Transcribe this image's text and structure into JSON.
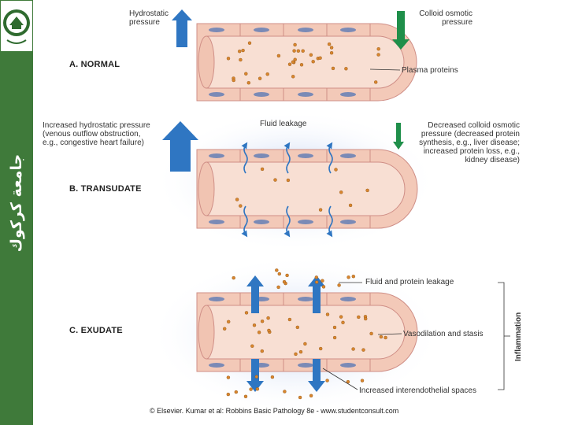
{
  "sidebar": {
    "vertical_text": "جامعة كركوك"
  },
  "labels": {
    "hydrostatic": "Hydrostatic\npressure",
    "colloid": "Colloid osmotic\npressure",
    "plasma_proteins": "Plasma proteins",
    "increased_hydro": "Increased hydrostatic pressure\n(venous outflow obstruction,\ne.g., congestive heart failure)",
    "fluid_leakage": "Fluid leakage",
    "decreased_colloid": "Decreased colloid osmotic\npressure (decreased protein\nsynthesis, e.g., liver disease;\nincreased protein loss, e.g.,\nkidney disease)",
    "fluid_protein_leakage": "Fluid and protein leakage",
    "vasodilation": "Vasodilation and stasis",
    "interendothelial": "Increased interendothelial spaces",
    "inflammation": "Inflammation"
  },
  "sections": {
    "a": "A. NORMAL",
    "b": "B. TRANSUDATE",
    "c": "C. EXUDATE"
  },
  "credit": "© Elsevier. Kumar et al: Robbins Basic Pathology 8e - www.studentconsult.com",
  "colors": {
    "sidebar": "#3f7a3a",
    "vessel_wall": "#f3c9b8",
    "lumen": "#f8dfd3",
    "cell_border": "#cf8e86",
    "nucleus": "#7a8ab6",
    "protein": "#d9862e",
    "arrow_blue": "#2f76c2",
    "arrow_green": "#1f8f4a"
  }
}
